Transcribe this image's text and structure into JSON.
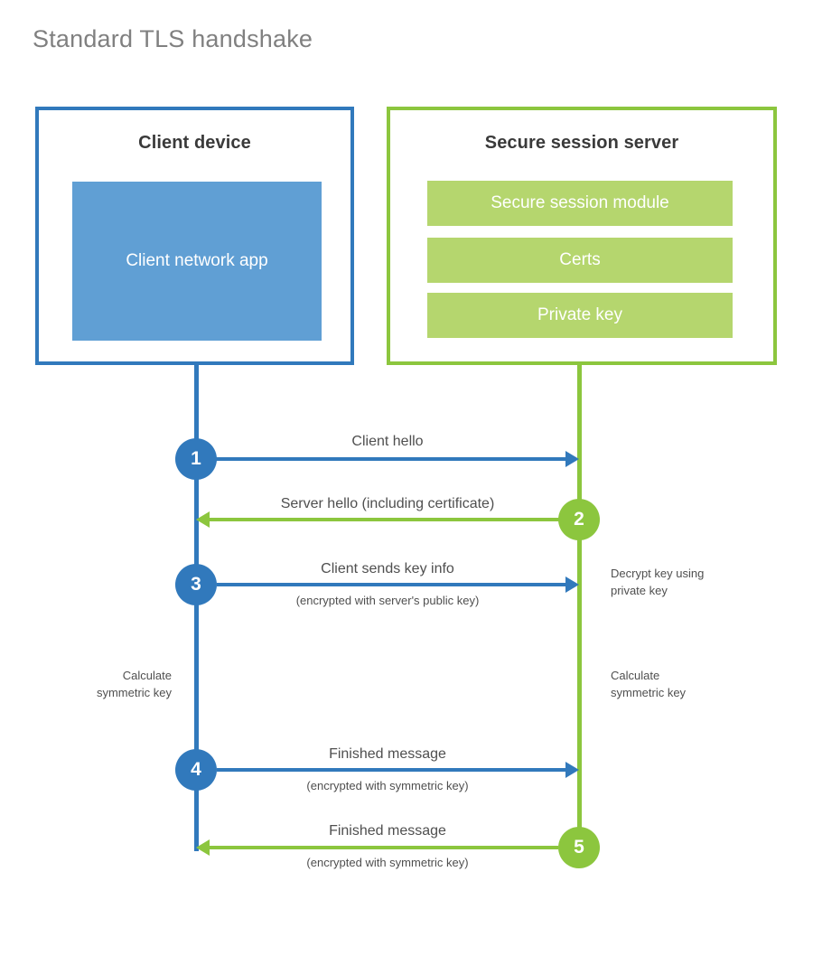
{
  "page": {
    "title": "Standard TLS handshake"
  },
  "colors": {
    "client_border": "#3179bc",
    "client_fill": "#609fd4",
    "server_border": "#8cc63e",
    "server_fill": "#b5d66e",
    "text": "#4f4f4f",
    "heading": "#3a3a3a",
    "title": "#808080",
    "background": "#ffffff"
  },
  "parties": {
    "client": {
      "title": "Client device",
      "blocks": [
        {
          "label": "Client network app"
        }
      ]
    },
    "server": {
      "title": "Secure session server",
      "blocks": [
        {
          "label": "Secure session module"
        },
        {
          "label": "Certs"
        },
        {
          "label": "Private key"
        }
      ]
    }
  },
  "steps": [
    {
      "number": "1",
      "actor": "client",
      "direction": "client-to-server",
      "label": "Client hello",
      "sublabel": ""
    },
    {
      "number": "2",
      "actor": "server",
      "direction": "server-to-client",
      "label": "Server hello (including certificate)",
      "sublabel": ""
    },
    {
      "number": "3",
      "actor": "client",
      "direction": "client-to-server",
      "label": "Client sends key info",
      "sublabel": "(encrypted with server's public key)"
    },
    {
      "number": "4",
      "actor": "client",
      "direction": "client-to-server",
      "label": "Finished message",
      "sublabel": "(encrypted with symmetric key)"
    },
    {
      "number": "5",
      "actor": "server",
      "direction": "server-to-client",
      "label": "Finished message",
      "sublabel": "(encrypted with symmetric key)"
    }
  ],
  "notes": {
    "server_decrypt": "Decrypt key using\nprivate key",
    "server_decrypt_line1": "Decrypt key using",
    "server_decrypt_line2": "private key",
    "client_calculate_line1": "Calculate",
    "client_calculate_line2": "symmetric key",
    "server_calculate_line1": "Calculate",
    "server_calculate_line2": "symmetric key"
  }
}
